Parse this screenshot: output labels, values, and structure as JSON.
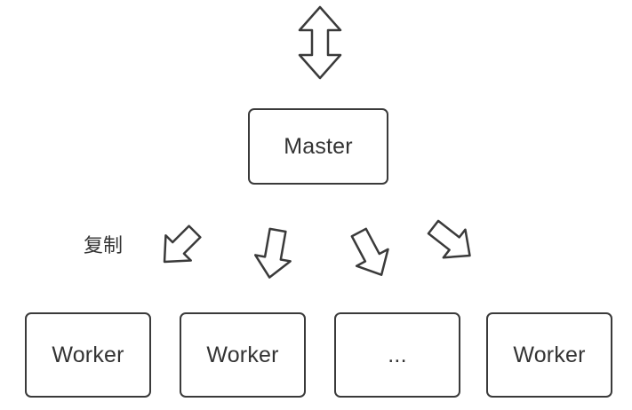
{
  "master": {
    "label": "Master"
  },
  "workers": [
    {
      "label": "Worker"
    },
    {
      "label": "Worker"
    },
    {
      "label": "..."
    },
    {
      "label": "Worker"
    }
  ],
  "replicate_label": "复制",
  "colors": {
    "stroke": "#3a3a3a",
    "text": "#333333",
    "background": "#ffffff"
  },
  "icons": {
    "top": "double-arrow-vertical-icon",
    "replication": [
      "arrow-down-left-icon",
      "arrow-down-icon",
      "arrow-down-right-icon",
      "arrow-down-right-icon"
    ]
  }
}
